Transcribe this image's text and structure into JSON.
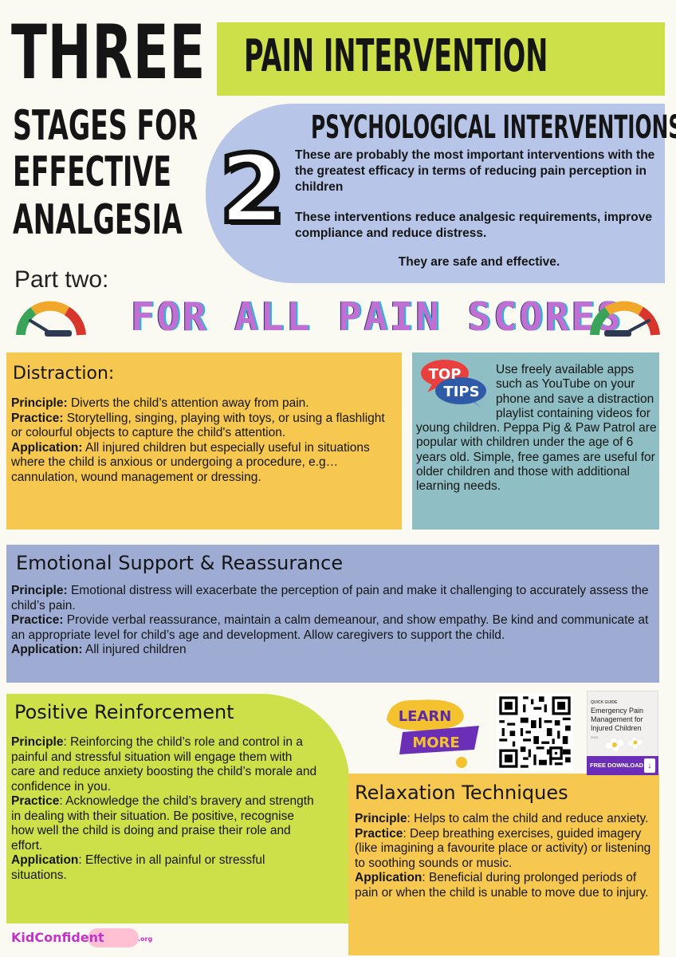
{
  "header": {
    "title_big": "THREE",
    "title_lines": [
      "STAGES FOR",
      "EFFECTIVE",
      "ANALGESIA"
    ],
    "part": "Part two:",
    "banner": "PAIN INTERVENTION"
  },
  "psychological": {
    "title": "PSYCHOLOGICAL INTERVENTIONS",
    "number": "2",
    "paragraph1": "These are probably the most important interventions with the the greatest efficacy in terms of reducing pain perception in children",
    "paragraph2": "These interventions reduce analgesic requirements, improve compliance and reduce distress.",
    "paragraph3": "They are safe and effective."
  },
  "scores_banner": "FOR ALL PAIN SCORES",
  "labels": {
    "principle": "Principle:",
    "practice": "Practice:",
    "application": "Application:",
    "principle_plain": "Principle",
    "practice_plain": "Practice",
    "application_plain": "Application"
  },
  "distraction": {
    "heading": "Distraction:",
    "principle": " Diverts the child’s attention away from pain.",
    "practice": " Storytelling, singing, playing with toys, or using a flashlight or colourful objects to capture the child's attention.",
    "application": " All injured children but especially useful in situations where the child is anxious or undergoing a procedure, e.g… cannulation, wound management or dressing."
  },
  "top_tips": {
    "badge_top": "TOP",
    "badge_bottom": "TIPS",
    "text": "Use freely available apps such as YouTube on your phone and save a distraction playlist containing videos for young children. Peppa Pig & Paw Patrol are popular with children under the age of 6 years old. Simple, free games are useful for older children and those with additional learning needs."
  },
  "emotional": {
    "heading": "Emotional Support & Reassurance",
    "principle": " Emotional distress will exacerbate the perception of pain and make it challenging to accurately assess the child’s pain.",
    "practice": " Provide verbal reassurance, maintain a calm demeanour, and show empathy. Be kind and communicate at an appropriate level for child’s age and development. Allow caregivers to support the child.",
    "application": " All injured children"
  },
  "positive": {
    "heading": "Positive Reinforcement",
    "principle": ": Reinforcing the child’s role and control in a painful and stressful situation will engage them with care and reduce anxiety boosting the child’s morale and confidence in you.",
    "practice": ": Acknowledge the child’s bravery and strength in dealing with their situation. Be positive, recognise how well the child is doing and praise their role and effort.",
    "application": ": Effective in all painful or stressful situations."
  },
  "relaxation": {
    "heading": "Relaxation Techniques",
    "principle": ": Helps to calm the child and reduce anxiety.",
    "practice": ": Deep breathing exercises, guided imagery (like imagining a favourite place or activity) or listening to soothing sounds or music.",
    "application": ": Beneficial during prolonged periods of pain or when the child is unable to move due to injury."
  },
  "learn_more": {
    "line1": "LEARN",
    "line2": "MORE"
  },
  "guide": {
    "tag": "QUICK GUIDE",
    "title": "Emergency Pain Management for Injured Children",
    "year": "2024",
    "download": "FREE DOWNLOAD"
  },
  "logo": {
    "name": "KidConfident",
    "suffix": ".org"
  },
  "colors": {
    "lime": "#cde04a",
    "yellow": "#f7c84f",
    "lavender": "#b7c6e8",
    "teal": "#8fbfc4",
    "periwinkle": "#9eacd4",
    "magenta": "#c26fd3",
    "cyan": "#1bbdd6"
  }
}
